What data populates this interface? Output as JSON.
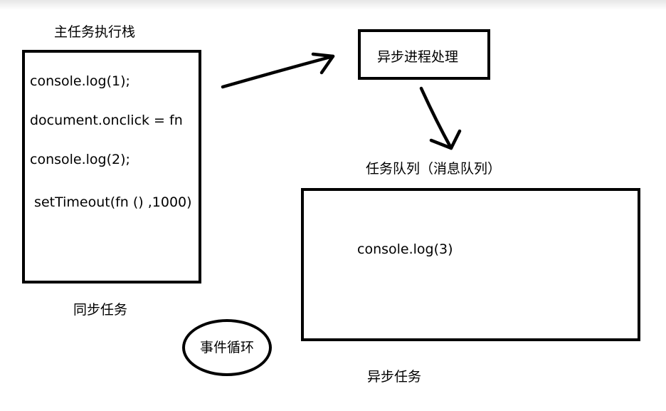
{
  "main_stack": {
    "title": "主任务执行栈",
    "lines": [
      "console.log(1);",
      "document.onclick = fn",
      "console.log(2);",
      " setTimeout(fn () ,1000)"
    ],
    "caption": "同步任务"
  },
  "async_process": {
    "label": "异步进程处理"
  },
  "task_queue": {
    "title": "任务队列（消息队列）",
    "content": "console.log(3)",
    "caption": "异步任务"
  },
  "event_loop": {
    "label": "事件循环"
  }
}
